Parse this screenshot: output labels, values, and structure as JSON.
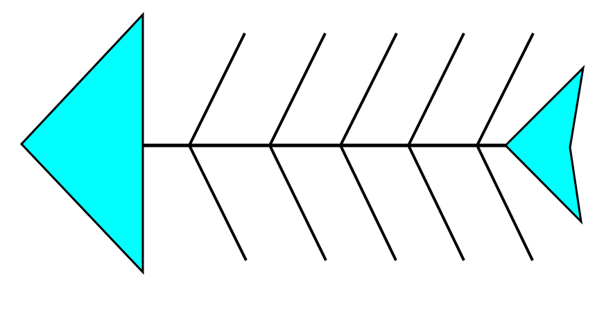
{
  "diagram": {
    "type": "fishbone",
    "head_color": "#00ffff",
    "tail_color": "#00ffff",
    "line_color": "#000000",
    "upper_bone_count": 5,
    "lower_bone_count": 5,
    "labels": []
  }
}
